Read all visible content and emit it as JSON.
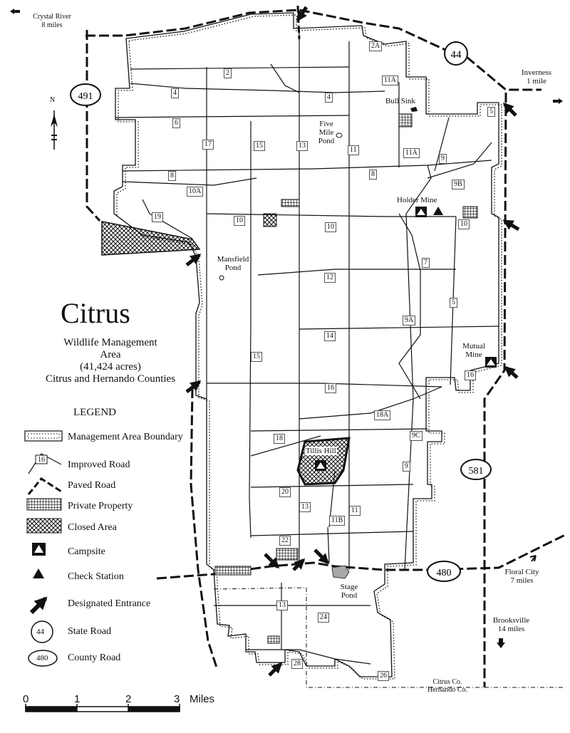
{
  "map": {
    "title": "Citrus",
    "subtitle": [
      "Wildlife Management",
      "Area",
      "(41,424 acres)",
      "Citrus and Hernando Counties"
    ],
    "north": "N"
  },
  "legend": {
    "title": "LEGEND",
    "items": [
      {
        "label": "Management Area Boundary",
        "symbol": "boundary"
      },
      {
        "label": "Improved Road",
        "symbol": "improved-road",
        "sample_number": "16"
      },
      {
        "label": "Paved Road",
        "symbol": "paved-road"
      },
      {
        "label": "Private Property",
        "symbol": "private-property"
      },
      {
        "label": "Closed Area",
        "symbol": "closed-area"
      },
      {
        "label": "Campsite",
        "symbol": "campsite"
      },
      {
        "label": "Check Station",
        "symbol": "check-station"
      },
      {
        "label": "Designated Entrance",
        "symbol": "entrance-arrow"
      },
      {
        "label": "State Road",
        "symbol": "state-road",
        "sample_number": "44"
      },
      {
        "label": "County Road",
        "symbol": "county-road",
        "sample_number": "480"
      }
    ]
  },
  "places": {
    "crystal_river": [
      "Crystal River",
      "8 miles"
    ],
    "inverness": [
      "Inverness",
      "1 mile"
    ],
    "floral_city": [
      "Floral City",
      "7 miles"
    ],
    "brooksville": [
      "Brooksville",
      "14 miles"
    ],
    "counties": [
      "Citrus Co.",
      "Hernando Co."
    ],
    "bull_sink": "Bull Sink",
    "five_mile_pond": [
      "Five",
      "Mile",
      "Pond"
    ],
    "holder_mine": "Holder Mine",
    "mansfield_pond": [
      "Mansfield",
      "Pond"
    ],
    "mutual_mine": [
      "Mutual",
      "Mine"
    ],
    "tillis_hill": "Tillis Hill",
    "stage_pond": [
      "Stage",
      "Pond"
    ]
  },
  "highways": {
    "state_44": "44",
    "county_491": "491",
    "county_581": "581",
    "county_480": "480"
  },
  "road_labels": [
    "2A",
    "2",
    "11A",
    "4",
    "4",
    "5",
    "6",
    "11A",
    "17",
    "15",
    "13",
    "11",
    "9",
    "8",
    "10A",
    "8",
    "9B",
    "19",
    "10",
    "10",
    "10",
    "7",
    "12",
    "5",
    "9A",
    "15",
    "14",
    "16",
    "16",
    "18A",
    "18",
    "9C",
    "9",
    "20",
    "13",
    "11B",
    "11",
    "22",
    "13",
    "24",
    "28",
    "26"
  ],
  "scale": {
    "ticks": [
      "0",
      "1",
      "2",
      "3"
    ],
    "unit": "Miles"
  },
  "colors": {
    "ink": "#111111",
    "stage_pond": "#a8a8a8"
  }
}
